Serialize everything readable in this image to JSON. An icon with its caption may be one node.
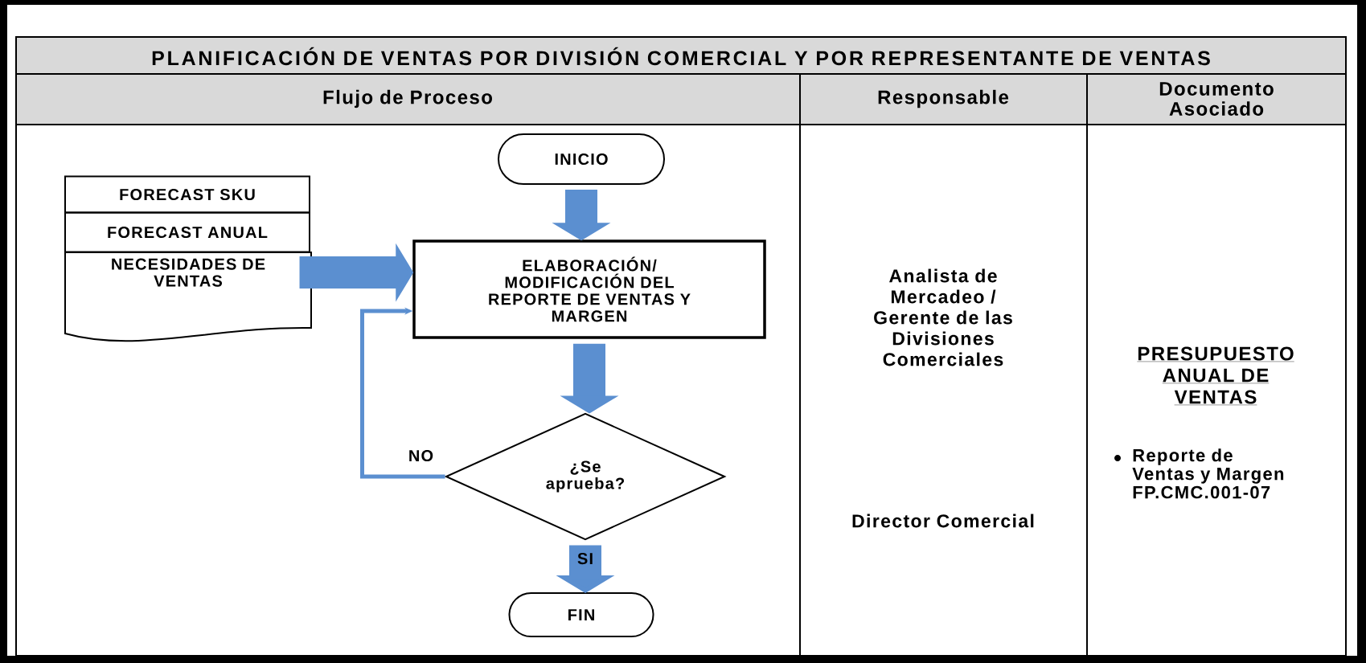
{
  "diagram": {
    "title": "PLANIFICACIÓN DE VENTAS POR DIVISIÓN COMERCIAL Y POR REPRESENTANTE DE VENTAS",
    "nodes": [
      {
        "text": [
          "INICIO"
        ]
      },
      {
        "text": [
          "FORECAST SKU"
        ]
      },
      {
        "text": [
          "FORECAST ANUAL"
        ]
      },
      {
        "text": [
          "NECESIDADES DE VENTAS"
        ]
      },
      {
        "text": [
          "ELABORACIÓN/ MODIFICACIÓN DEL REPORTE DE VENTAS Y MARGEN"
        ]
      },
      {
        "text": [
          "¿Se aprueba?"
        ]
      },
      {
        "text": [
          "FIN"
        ]
      }
    ],
    "edges": [
      {
        "from": 0,
        "to": 4,
        "arrow": "to"
      },
      {
        "from": 3,
        "to": 4,
        "arrow": "to"
      },
      {
        "from": 4,
        "to": 5,
        "arrow": "to"
      },
      {
        "from": 5,
        "to": 6,
        "arrow": "to",
        "label": "SI"
      },
      {
        "from": 5,
        "to": 4,
        "arrow": "to",
        "label": "NO"
      }
    ],
    "labels": [
      "Flujo de Proceso",
      "Responsable",
      "Documento Asociado",
      "Analista de Mercadeo / Gerente de las Divisiones Comerciales",
      "PRESUPUESTO ANUAL DE VENTAS",
      "Reporte de Ventas y Margen FP.CMC.001-07",
      "Director Comercial"
    ]
  }
}
